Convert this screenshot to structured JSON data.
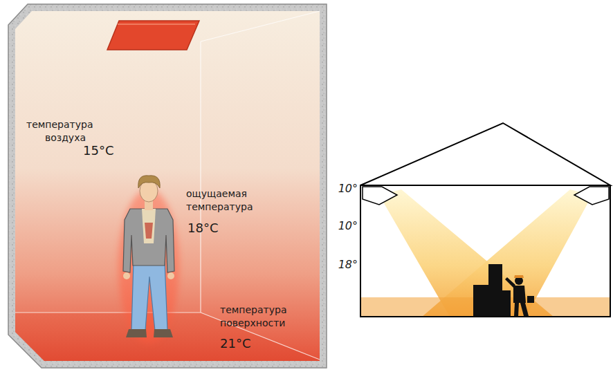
{
  "diagram": {
    "labels": [
      "температура",
      "воздуха",
      "15°C",
      "ощущаемая",
      "температура",
      "18°C",
      "температура",
      "поверхности",
      "21°C",
      "10°",
      "10°",
      "18°"
    ]
  }
}
